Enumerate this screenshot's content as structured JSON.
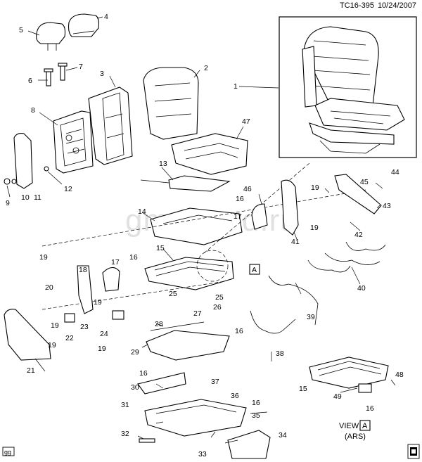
{
  "header": {
    "doc_id": "TC16-395",
    "date": "10/24/2007"
  },
  "watermark": "gmpartsd.ru",
  "footer": {
    "code": "gg"
  },
  "view_label": {
    "word": "VIEW",
    "letter": "A",
    "note": "(ARS)"
  },
  "view_flag": "A",
  "callouts": {
    "c1": "1",
    "c2": "2",
    "c3": "3",
    "c4": "4",
    "c5": "5",
    "c6": "6",
    "c7": "7",
    "c8": "8",
    "c9": "9",
    "c10": "10",
    "c11": "11",
    "c12": "12",
    "c13": "13",
    "c14": "14",
    "c15": "15",
    "c15b": "15",
    "c16a": "16",
    "c16b": "16",
    "c16c": "16",
    "c16d": "16",
    "c16e": "16",
    "c16f": "16",
    "c17a": "17",
    "c17b": "17",
    "c18": "18",
    "c19a": "19",
    "c19b": "19",
    "c19c": "19",
    "c19d": "19",
    "c19e": "19",
    "c19f": "19",
    "c19g": "19",
    "c20": "20",
    "c21": "21",
    "c22": "22",
    "c23": "23",
    "c24": "24",
    "c25a": "25",
    "c25b": "25",
    "c26": "26",
    "c27": "27",
    "c28": "28",
    "c29": "29",
    "c30": "30",
    "c31": "31",
    "c32": "32",
    "c33": "33",
    "c34": "34",
    "c35": "35",
    "c36": "36",
    "c37": "37",
    "c38": "38",
    "c39": "39",
    "c40": "40",
    "c41": "41",
    "c42": "42",
    "c43": "43",
    "c44": "44",
    "c45": "45",
    "c46": "46",
    "c47": "47",
    "c48": "48",
    "c49": "49"
  }
}
